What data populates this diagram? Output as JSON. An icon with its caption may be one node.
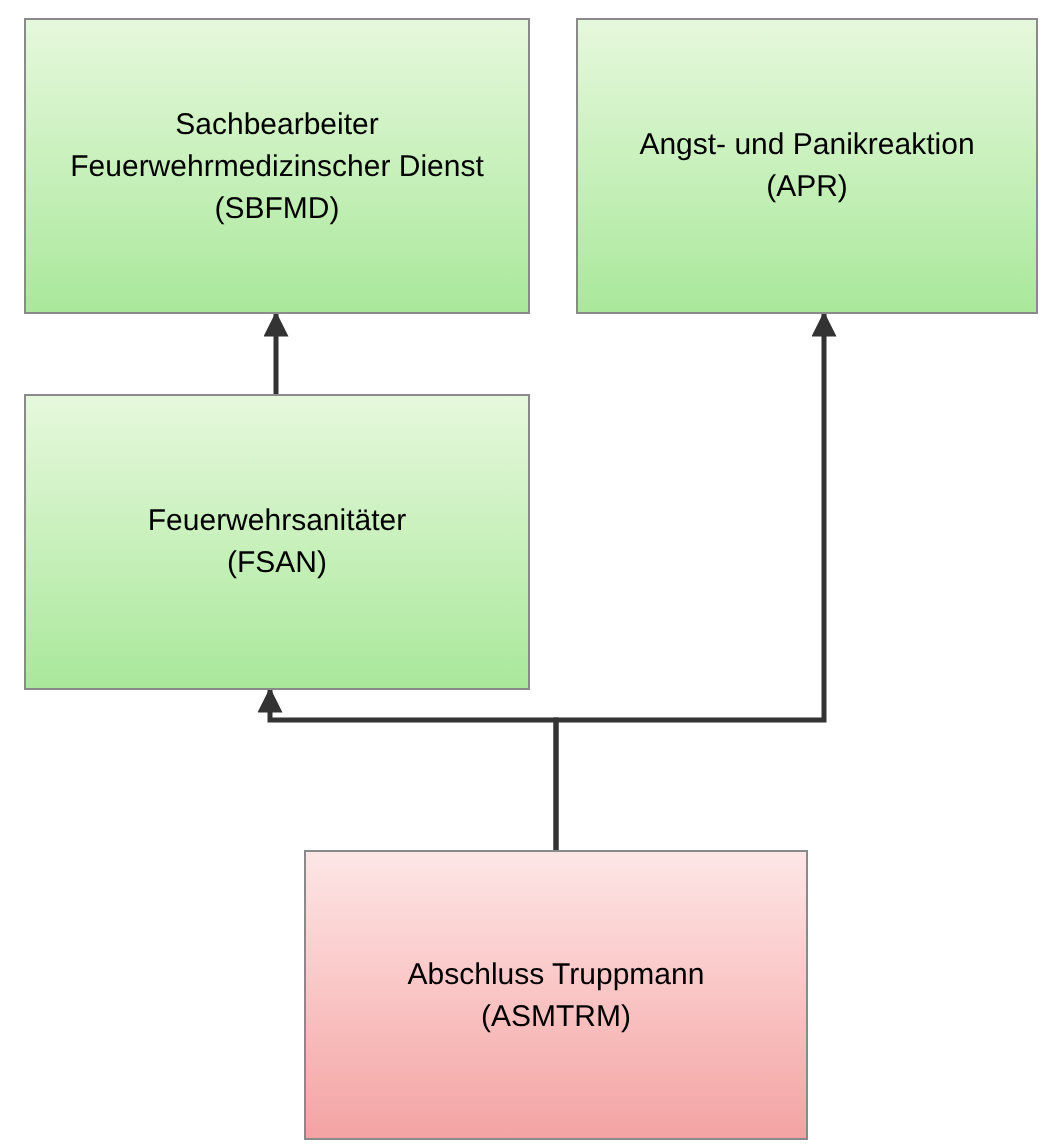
{
  "diagram": {
    "nodes": [
      {
        "text": [
          "Sachbearbeiter Feuerwehrmedizinscher Dienst",
          "(SBFMD)"
        ]
      },
      {
        "text": [
          "Angst- und Panikreaktion",
          "(APR)"
        ]
      },
      {
        "text": [
          "Feuerwehrsanitäter",
          "(FSAN)"
        ]
      },
      {
        "text": [
          "Abschluss Truppmann",
          "(ASMTRM)"
        ]
      }
    ],
    "edges": [
      {
        "from": 2,
        "to": 0,
        "arrow": "to"
      },
      {
        "from": 3,
        "to": 2,
        "arrow": "to"
      },
      {
        "from": 3,
        "to": 1,
        "arrow": "to"
      }
    ]
  }
}
